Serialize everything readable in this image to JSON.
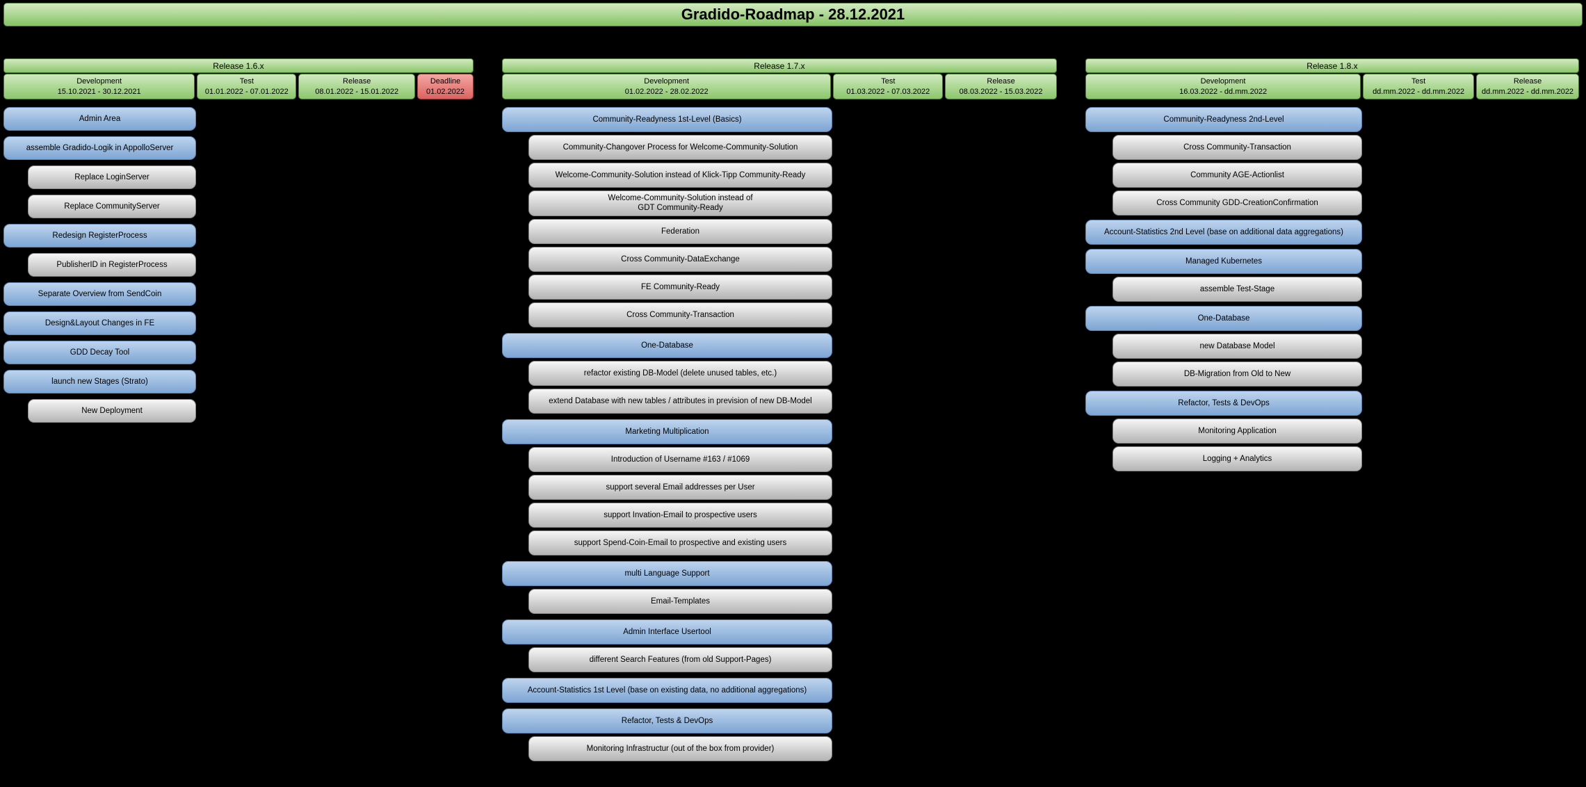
{
  "title": "Gradido-Roadmap - 28.12.2021",
  "colors": {
    "background": "#000000",
    "green_top": "#d3eac2",
    "green_bottom": "#85c364",
    "green_border": "#4d7a39",
    "blue_top": "#bed4ee",
    "blue_bottom": "#7da5d3",
    "blue_border": "#5e82b0",
    "gray_top": "#f6f6f6",
    "gray_bottom": "#b4b4b4",
    "gray_border": "#868686",
    "red_top": "#f3a7a4",
    "red_bottom": "#dc6360",
    "red_border": "#8f3c39"
  },
  "releases": [
    {
      "name": "Release 1.6.x",
      "phases": [
        {
          "label": "Development",
          "dates": "15.10.2021 - 30.12.2021",
          "style": "green"
        },
        {
          "label": "Test",
          "dates": "01.01.2022 - 07.01.2022",
          "style": "green"
        },
        {
          "label": "Release",
          "dates": "08.01.2022 - 15.01.2022",
          "style": "green"
        },
        {
          "label": "Deadline",
          "dates": "01.02.2022",
          "style": "red"
        }
      ],
      "groups": [
        {
          "parent": "Admin Area",
          "children": []
        },
        {
          "parent": "assemble Gradido-Logik in AppolloServer",
          "children": [
            "Replace LoginServer",
            "Replace CommunityServer"
          ]
        },
        {
          "parent": "Redesign RegisterProcess",
          "children": [
            "PublisherID in RegisterProcess"
          ]
        },
        {
          "parent": "Separate Overview from SendCoin",
          "children": []
        },
        {
          "parent": "Design&Layout Changes in FE",
          "children": []
        },
        {
          "parent": "GDD Decay Tool",
          "children": []
        },
        {
          "parent": "launch new Stages (Strato)",
          "children": [
            "New Deployment"
          ]
        }
      ]
    },
    {
      "name": "Release 1.7.x",
      "phases": [
        {
          "label": "Development",
          "dates": "01.02.2022 - 28.02.2022",
          "style": "green"
        },
        {
          "label": "Test",
          "dates": "01.03.2022 - 07.03.2022",
          "style": "green"
        },
        {
          "label": "Release",
          "dates": "08.03.2022 - 15.03.2022",
          "style": "green"
        }
      ],
      "groups": [
        {
          "parent": "Community-Readyness 1st-Level (Basics)",
          "children": [
            "Community-Changover Process for Welcome-Community-Solution",
            "Welcome-Community-Solution instead of Klick-Tipp Community-Ready",
            "Welcome-Community-Solution instead of\nGDT Community-Ready",
            "Federation",
            "Cross Community-DataExchange",
            "FE Community-Ready",
            "Cross Community-Transaction"
          ]
        },
        {
          "parent": "One-Database",
          "children": [
            "refactor existing DB-Model (delete unused tables, etc.)",
            "extend Database with new tables / attributes in prevision of new DB-Model"
          ]
        },
        {
          "parent": "Marketing Multiplication",
          "children": [
            "Introduction of Username #163 / #1069",
            "support several Email addresses per User",
            "support Invation-Email to prospective users",
            "support Spend-Coin-Email to prospective and existing users"
          ]
        },
        {
          "parent": "multi Language Support",
          "children": [
            "Email-Templates"
          ]
        },
        {
          "parent": "Admin Interface Usertool",
          "children": [
            "different Search Features (from old Support-Pages)"
          ]
        },
        {
          "parent": "Account-Statistics 1st Level (base on existing data, no additional aggregations)",
          "children": []
        },
        {
          "parent": "Refactor, Tests & DevOps",
          "children": [
            "Monitoring Infrastructur (out of the box from provider)"
          ]
        }
      ]
    },
    {
      "name": "Release 1.8.x",
      "phases": [
        {
          "label": "Development",
          "dates": "16.03.2022 - dd.mm.2022",
          "style": "green"
        },
        {
          "label": "Test",
          "dates": "dd.mm.2022 - dd.mm.2022",
          "style": "green"
        },
        {
          "label": "Release",
          "dates": "dd.mm.2022 - dd.mm.2022",
          "style": "green"
        }
      ],
      "groups": [
        {
          "parent": "Community-Readyness 2nd-Level",
          "children": [
            "Cross Community-Transaction",
            "Community AGE-Actionlist",
            "Cross Community GDD-CreationConfirmation"
          ]
        },
        {
          "parent": "Account-Statistics 2nd Level (base on additional data aggregations)",
          "children": []
        },
        {
          "parent": "Managed Kubernetes",
          "children": [
            "assemble Test-Stage"
          ]
        },
        {
          "parent": "One-Database",
          "children": [
            "new Database Model",
            "DB-Migration from Old to New"
          ]
        },
        {
          "parent": "Refactor, Tests & DevOps",
          "children": [
            "Monitoring Application",
            "Logging + Analytics"
          ]
        }
      ]
    }
  ]
}
